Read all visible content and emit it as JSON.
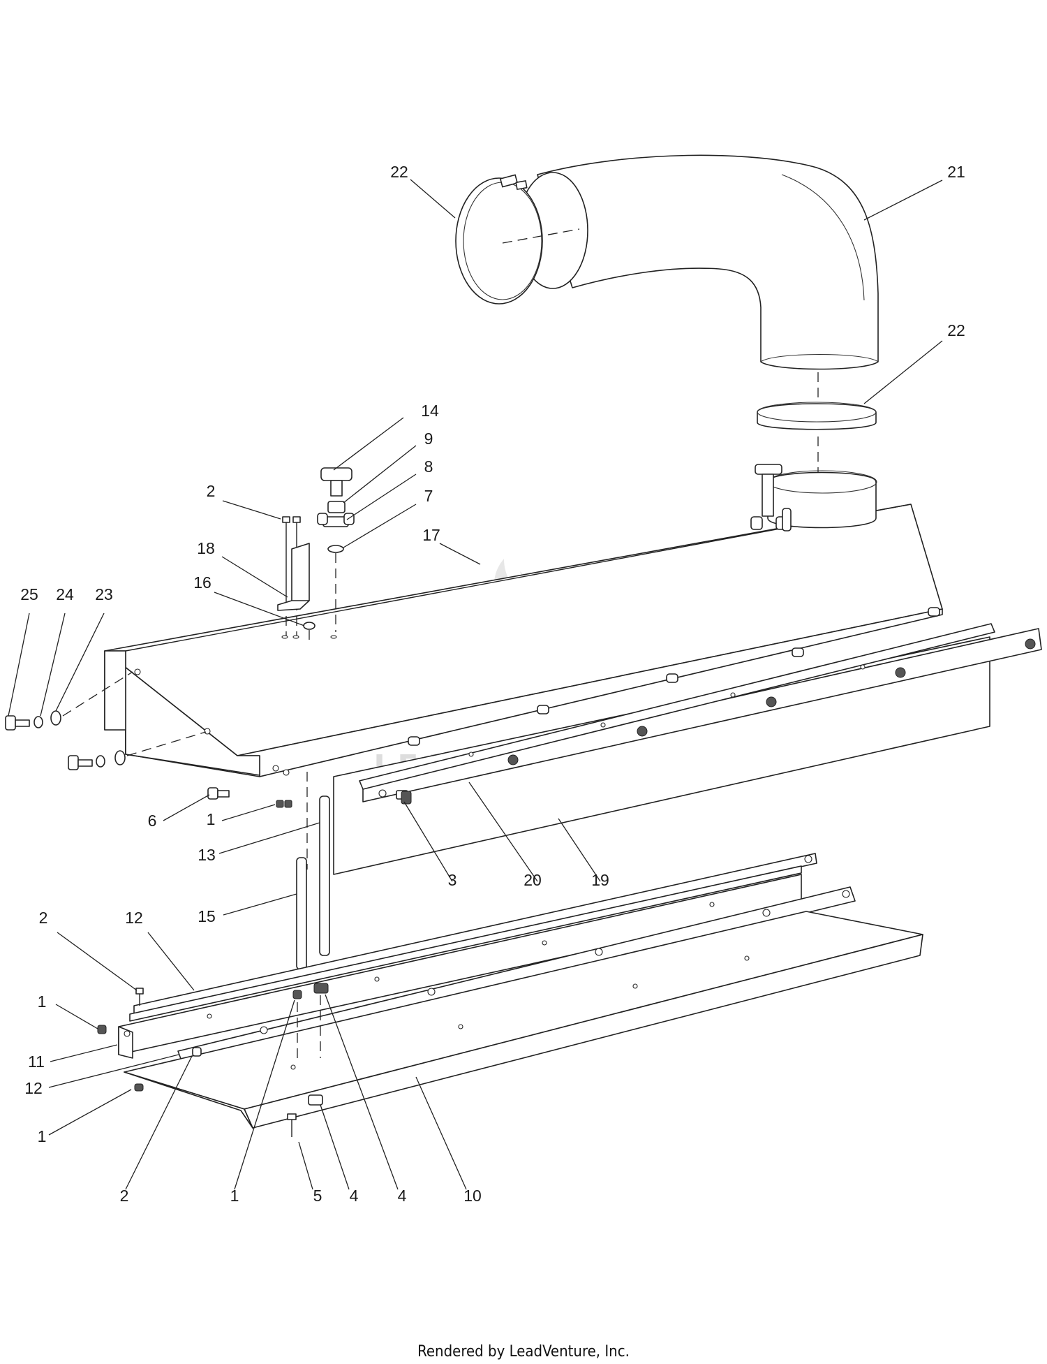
{
  "footer": {
    "text": "Rendered by LeadVenture, Inc."
  },
  "watermark": {
    "text": "LEADVENTURE",
    "color": "#c8c8c8"
  },
  "callouts": [
    {
      "id": "c22a",
      "label": "22"
    },
    {
      "id": "c21",
      "label": "21"
    },
    {
      "id": "c22b",
      "label": "22"
    },
    {
      "id": "c14",
      "label": "14"
    },
    {
      "id": "c9",
      "label": "9"
    },
    {
      "id": "c8",
      "label": "8"
    },
    {
      "id": "c7",
      "label": "7"
    },
    {
      "id": "c2a",
      "label": "2"
    },
    {
      "id": "c17",
      "label": "17"
    },
    {
      "id": "c18",
      "label": "18"
    },
    {
      "id": "c16",
      "label": "16"
    },
    {
      "id": "c25",
      "label": "25"
    },
    {
      "id": "c24",
      "label": "24"
    },
    {
      "id": "c23",
      "label": "23"
    },
    {
      "id": "c6",
      "label": "6"
    },
    {
      "id": "c1a",
      "label": "1"
    },
    {
      "id": "c13",
      "label": "13"
    },
    {
      "id": "c3",
      "label": "3"
    },
    {
      "id": "c20",
      "label": "20"
    },
    {
      "id": "c19",
      "label": "19"
    },
    {
      "id": "c15",
      "label": "15"
    },
    {
      "id": "c2b",
      "label": "2"
    },
    {
      "id": "c12a",
      "label": "12"
    },
    {
      "id": "c1b",
      "label": "1"
    },
    {
      "id": "c11",
      "label": "11"
    },
    {
      "id": "c12b",
      "label": "12"
    },
    {
      "id": "c1c",
      "label": "1"
    },
    {
      "id": "c2c",
      "label": "2"
    },
    {
      "id": "c1d",
      "label": "1"
    },
    {
      "id": "c5",
      "label": "5"
    },
    {
      "id": "c4a",
      "label": "4"
    },
    {
      "id": "c4b",
      "label": "4"
    },
    {
      "id": "c10",
      "label": "10"
    }
  ]
}
